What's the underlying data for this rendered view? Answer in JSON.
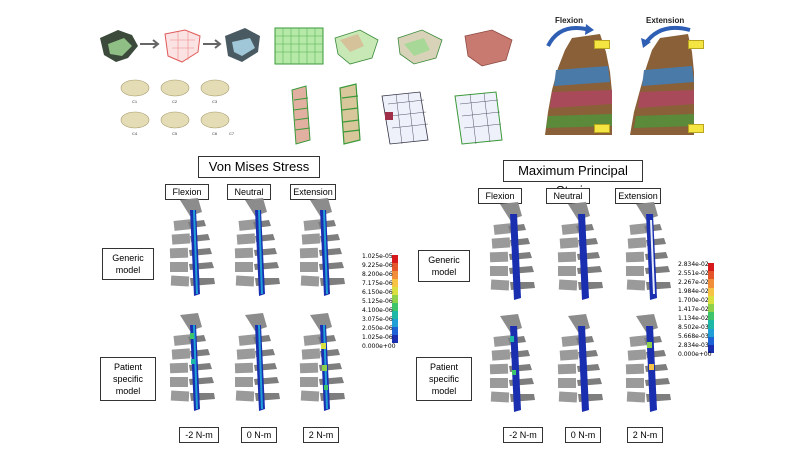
{
  "top_panel": {
    "vertebra_labels": [
      "C1",
      "C2",
      "C3",
      "C4",
      "C5",
      "C6",
      "C7"
    ],
    "flexion_label": "Flexion",
    "extension_label": "Extension"
  },
  "left_panel": {
    "title": "Von Mises Stress",
    "column_headers": [
      "Flexion",
      "Neutral",
      "Extension"
    ],
    "row_labels": [
      "Generic model",
      "Patient specific model"
    ],
    "moment_labels": [
      "-2 N-m",
      "0 N-m",
      "2 N-m"
    ],
    "legend_values": [
      "1.025e-05",
      "9.225e-06",
      "8.200e-06",
      "7.175e-06",
      "6.150e-06",
      "5.125e-06",
      "4.100e-06",
      "3.075e-06",
      "2.050e-06",
      "1.025e-06",
      "0.000e+00"
    ]
  },
  "right_panel": {
    "title": "Maximum Principal Strain",
    "column_headers": [
      "Flexion",
      "Neutral",
      "Extension"
    ],
    "row_labels": [
      "Generic model",
      "Patient specific model"
    ],
    "moment_labels": [
      "-2 N-m",
      "0 N-m",
      "2 N-m"
    ],
    "legend_values": [
      "2.834e-02",
      "2.551e-02",
      "2.267e-02",
      "1.984e-02",
      "1.700e-02",
      "1.417e-02",
      "1.134e-02",
      "8.502e-03",
      "5.668e-03",
      "2.834e-03",
      "0.000e+00"
    ]
  },
  "colors": {
    "legend_scale": [
      "#d7191c",
      "#e4552a",
      "#f08e3a",
      "#f6c344",
      "#d9e03f",
      "#8fd14a",
      "#3ec46a",
      "#1fb7a6",
      "#1f9fd6",
      "#1c63d6",
      "#1a2fb0"
    ],
    "bone": "#9a9a9a",
    "ligament_low": "#1a2fb0"
  }
}
